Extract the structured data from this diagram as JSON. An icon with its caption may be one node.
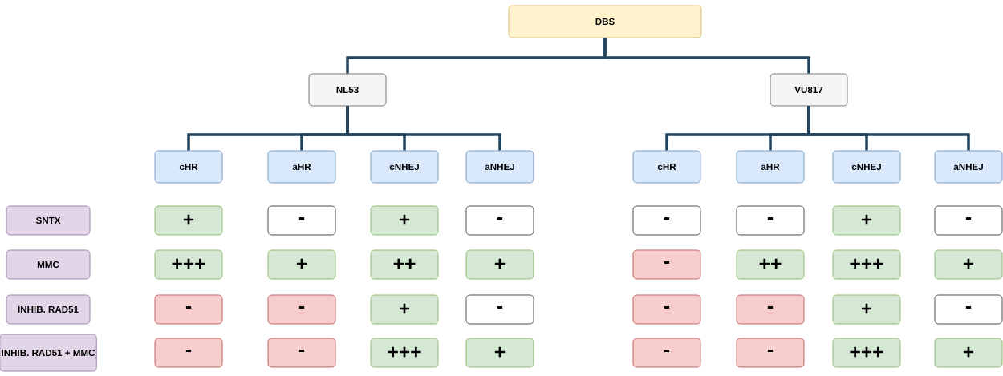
{
  "diagram": {
    "nodes": [
      {
        "text": [
          "DBS"
        ]
      },
      {
        "text": [
          "NL53"
        ]
      },
      {
        "text": [
          "VU817"
        ]
      },
      {
        "text": [
          "cHR"
        ]
      },
      {
        "text": [
          "aHR"
        ]
      },
      {
        "text": [
          "cNHEJ"
        ]
      },
      {
        "text": [
          "aNHEJ"
        ]
      },
      {
        "text": [
          "cHR"
        ]
      },
      {
        "text": [
          "aHR"
        ]
      },
      {
        "text": [
          "cNHEJ"
        ]
      },
      {
        "text": [
          "aNHEJ"
        ]
      },
      {
        "text": [
          "SNTX"
        ]
      },
      {
        "text": [
          "MMC"
        ]
      },
      {
        "text": [
          "INHIB. RAD51"
        ]
      },
      {
        "text": [
          "INHIB. RAD51 + MMC"
        ]
      },
      {
        "text": [
          "+"
        ]
      },
      {
        "text": [
          "-"
        ]
      },
      {
        "text": [
          "+"
        ]
      },
      {
        "text": [
          "-"
        ]
      },
      {
        "text": [
          "-"
        ]
      },
      {
        "text": [
          "-"
        ]
      },
      {
        "text": [
          "+"
        ]
      },
      {
        "text": [
          "-"
        ]
      },
      {
        "text": [
          "+++"
        ]
      },
      {
        "text": [
          "+"
        ]
      },
      {
        "text": [
          "++"
        ]
      },
      {
        "text": [
          "+"
        ]
      },
      {
        "text": [
          "-"
        ]
      },
      {
        "text": [
          "++"
        ]
      },
      {
        "text": [
          "+++"
        ]
      },
      {
        "text": [
          "+"
        ]
      },
      {
        "text": [
          "-"
        ]
      },
      {
        "text": [
          "-"
        ]
      },
      {
        "text": [
          "+"
        ]
      },
      {
        "text": [
          "-"
        ]
      },
      {
        "text": [
          "-"
        ]
      },
      {
        "text": [
          "-"
        ]
      },
      {
        "text": [
          "+"
        ]
      },
      {
        "text": [
          "-"
        ]
      },
      {
        "text": [
          "-"
        ]
      },
      {
        "text": [
          "-"
        ]
      },
      {
        "text": [
          "+++"
        ]
      },
      {
        "text": [
          "+"
        ]
      },
      {
        "text": [
          "-"
        ]
      },
      {
        "text": [
          "-"
        ]
      },
      {
        "text": [
          "+++"
        ]
      },
      {
        "text": [
          "+"
        ]
      }
    ],
    "edges": [
      {
        "from": 0,
        "to": 1,
        "arrow": "none"
      },
      {
        "from": 0,
        "to": 2,
        "arrow": "none"
      },
      {
        "from": 1,
        "to": 3,
        "arrow": "none"
      },
      {
        "from": 1,
        "to": 4,
        "arrow": "none"
      },
      {
        "from": 1,
        "to": 5,
        "arrow": "none"
      },
      {
        "from": 1,
        "to": 6,
        "arrow": "none"
      },
      {
        "from": 2,
        "to": 7,
        "arrow": "none"
      },
      {
        "from": 2,
        "to": 8,
        "arrow": "none"
      },
      {
        "from": 2,
        "to": 9,
        "arrow": "none"
      },
      {
        "from": 2,
        "to": 10,
        "arrow": "none"
      }
    ]
  }
}
